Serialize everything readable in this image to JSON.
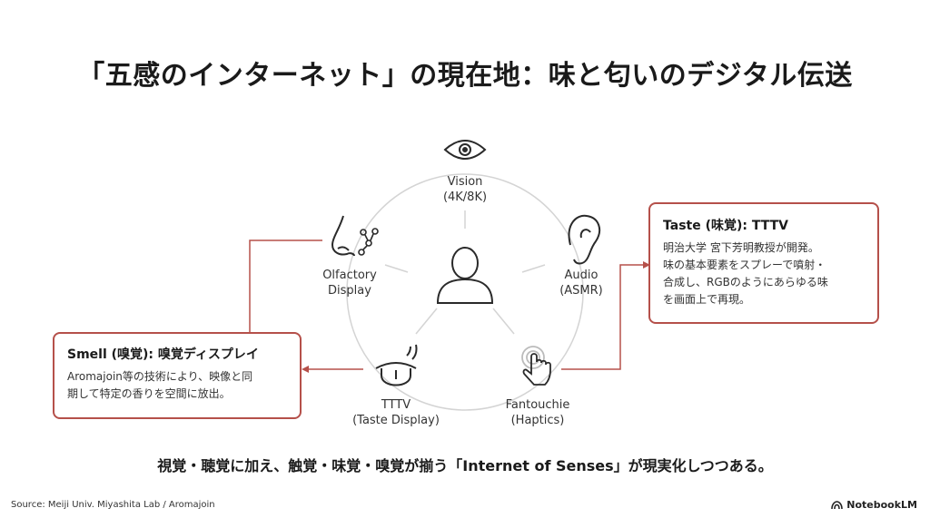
{
  "title": "「五感のインターネット」の現在地：味と匂いのデジタル伝送",
  "nodes": {
    "vision": {
      "line1": "Vision",
      "line2": "(4K/8K)",
      "icon": "eye-icon"
    },
    "audio": {
      "line1": "Audio",
      "line2": "(ASMR)",
      "icon": "ear-icon"
    },
    "fantouchie": {
      "line1": "Fantouchie",
      "line2": "(Haptics)",
      "icon": "touch-hand-icon"
    },
    "tttv": {
      "line1": "TTTV",
      "line2": "(Taste Display)",
      "icon": "tongue-icon"
    },
    "olfactory": {
      "line1": "Olfactory",
      "line2": "Display",
      "icon": "nose-icon"
    },
    "center": {
      "icon": "person-icon"
    }
  },
  "taste_box": {
    "title": "Taste (味覚): TTTV",
    "body_lines": [
      "明治大学 宮下芳明教授が開発。",
      "味の基本要素をスプレーで噴射・",
      "合成し、RGBのようにあらゆる味",
      "を画面上で再現。"
    ]
  },
  "smell_box": {
    "title": "Smell (嗅覚): 嗅覚ディスプレイ",
    "body_lines": [
      "Aromajoin等の技術により、映像と同",
      "期して特定の香りを空間に放出。"
    ]
  },
  "summary": "視覚・聴覚に加え、触覚・味覚・嗅覚が揃う「Internet of Senses」が現実化しつつある。",
  "source": "Source: Meiji Univ. Miyashita Lab / Aromajoin",
  "brand": "NotebookLM",
  "colors": {
    "accent": "#b5504a",
    "line": "#d0d0d0",
    "icon": "#2a2a2a"
  }
}
